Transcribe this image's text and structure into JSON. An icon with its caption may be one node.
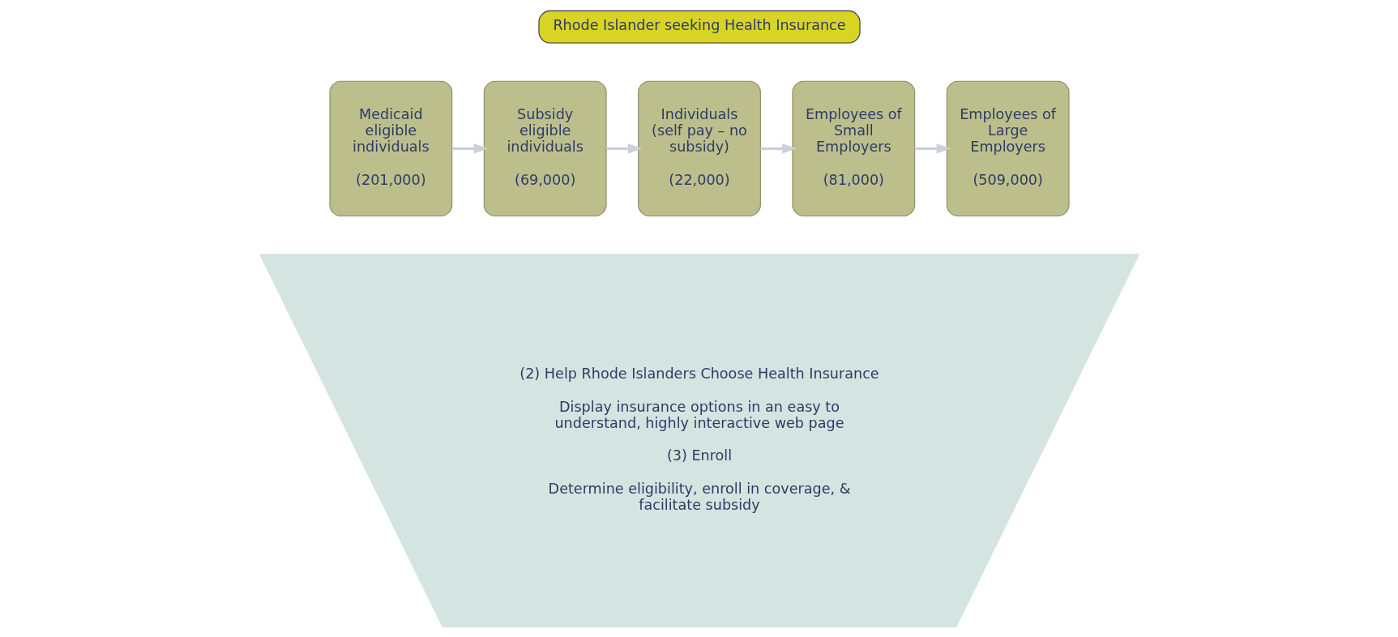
{
  "diagram": {
    "nodes": [
      {
        "text": [
          "Rhode Islander seeking Health Insurance"
        ]
      },
      {
        "text": [
          "Medicaid eligible individuals",
          "(201,000)"
        ]
      },
      {
        "text": [
          "Subsidy eligible individuals",
          "(69,000)"
        ]
      },
      {
        "text": [
          "Individuals (self pay – no subsidy)",
          "(22,000)"
        ]
      },
      {
        "text": [
          "Employees of Small Employers",
          "(81,000)"
        ]
      },
      {
        "text": [
          "Employees of Large Employers",
          "(509,000)"
        ]
      },
      {
        "text": [
          "(2) Help Rhode Islanders Choose Health Insurance",
          "Display insurance options in an easy to understand, highly interactive web page",
          "(3) Enroll",
          "Determine eligibility, enroll in coverage, & facilitate subsidy"
        ]
      }
    ],
    "edges": [
      {
        "from": 1,
        "to": 2,
        "arrow": "to"
      },
      {
        "from": 2,
        "to": 3,
        "arrow": "to"
      },
      {
        "from": 3,
        "to": 4,
        "arrow": "to"
      },
      {
        "from": 4,
        "to": 5,
        "arrow": "to"
      }
    ]
  }
}
